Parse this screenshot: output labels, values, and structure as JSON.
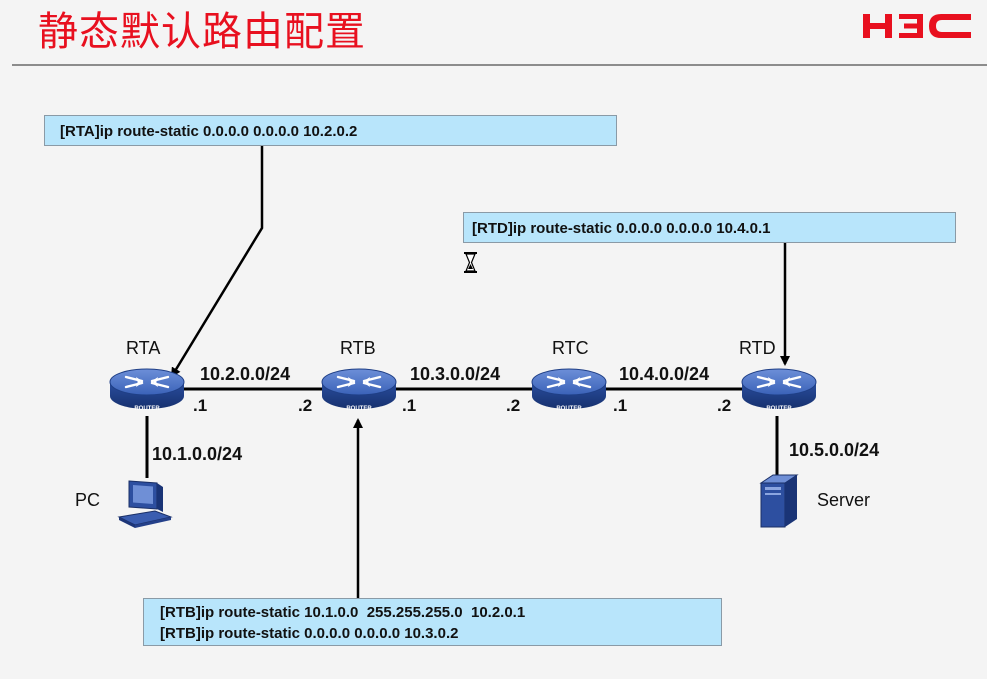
{
  "title": "静态默认路由配置",
  "logo_text": "H3C",
  "colors": {
    "title": "#e8101f",
    "logo": "#e8101f",
    "config_box": "#b8e5fb",
    "router": "#2f56a6"
  },
  "configs": {
    "rta": [
      "[RTA]ip route-static 0.0.0.0 0.0.0.0 10.2.0.2"
    ],
    "rtd": [
      "[RTD]ip route-static 0.0.0.0 0.0.0.0 10.4.0.1"
    ],
    "rtb": [
      "[RTB]ip route-static 10.1.0.0  255.255.255.0  10.2.0.1",
      "[RTB]ip route-static 0.0.0.0 0.0.0.0 10.3.0.2"
    ]
  },
  "routers": [
    {
      "name": "RTA",
      "badge": "ROUTER"
    },
    {
      "name": "RTB",
      "badge": "ROUTER"
    },
    {
      "name": "RTC",
      "badge": "ROUTER"
    },
    {
      "name": "RTD",
      "badge": "ROUTER"
    }
  ],
  "networks": [
    "10.1.0.0/24",
    "10.2.0.0/24",
    "10.3.0.0/24",
    "10.4.0.0/24",
    "10.5.0.0/24"
  ],
  "ports": [
    ".1",
    ".2",
    ".1",
    ".2",
    ".1",
    ".2"
  ],
  "hosts": {
    "pc": "PC",
    "server": "Server"
  },
  "icons": [
    "router-icon",
    "pc-icon",
    "server-icon",
    "hourglass-icon"
  ]
}
